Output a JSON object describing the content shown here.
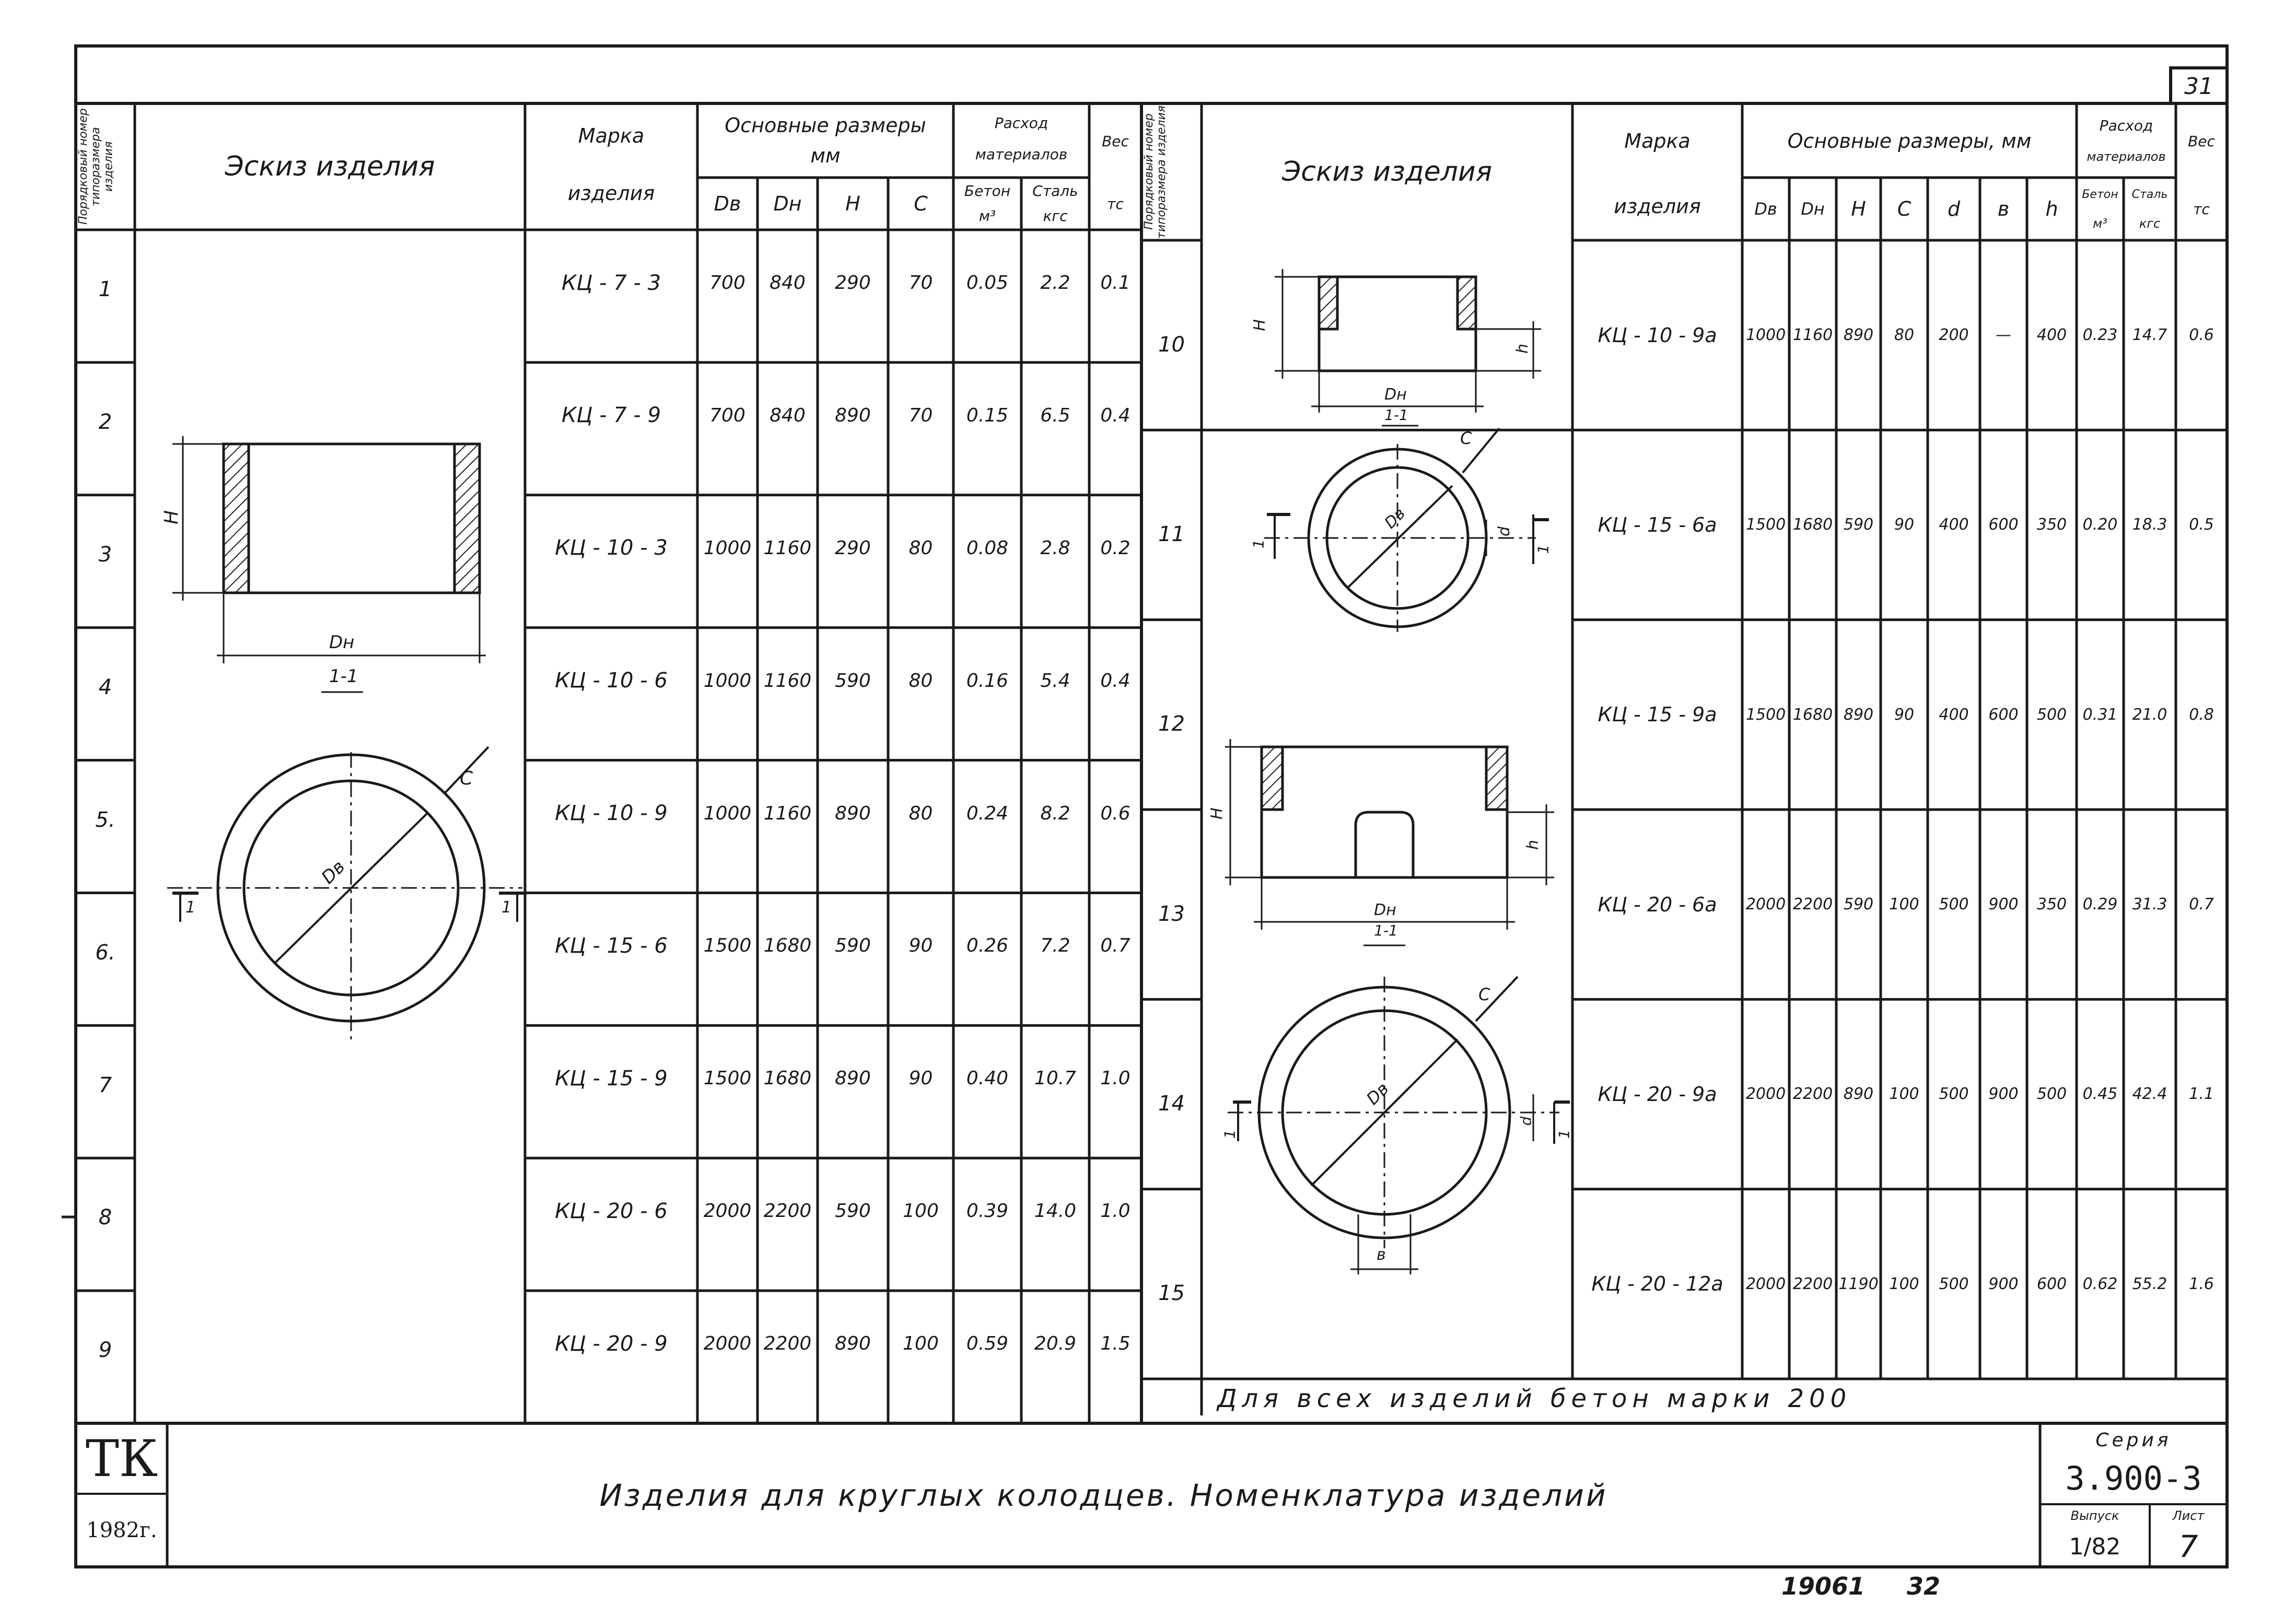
{
  "sheet": {
    "page_number": "31",
    "bottom_code": "19061",
    "bottom_page": "32"
  },
  "left_table": {
    "col_no": "Порядковый номер типоразмера изделия",
    "col_sketch": "Эскиз изделия",
    "col_mark": [
      "Марка",
      "изделия"
    ],
    "col_dims": [
      "Основные размеры",
      "мм"
    ],
    "col_material": [
      "Расход",
      "материалов"
    ],
    "col_weight": "Вес",
    "sub_headers": [
      "Dв",
      "Dн",
      "H",
      "C",
      "Бетон",
      "Сталь",
      "тс"
    ],
    "unit_m3": "м³",
    "unit_kgs": "кгс",
    "rows": [
      {
        "no": "1",
        "mark": "КЦ - 7 - 3",
        "dv": "700",
        "dn": "840",
        "h": "290",
        "c": "70",
        "beton": "0.05",
        "stal": "2.2",
        "ves": "0.1"
      },
      {
        "no": "2",
        "mark": "КЦ - 7 - 9",
        "dv": "700",
        "dn": "840",
        "h": "890",
        "c": "70",
        "beton": "0.15",
        "stal": "6.5",
        "ves": "0.4"
      },
      {
        "no": "3",
        "mark": "КЦ - 10 - 3",
        "dv": "1000",
        "dn": "1160",
        "h": "290",
        "c": "80",
        "beton": "0.08",
        "stal": "2.8",
        "ves": "0.2"
      },
      {
        "no": "4",
        "mark": "КЦ - 10 - 6",
        "dv": "1000",
        "dn": "1160",
        "h": "590",
        "c": "80",
        "beton": "0.16",
        "stal": "5.4",
        "ves": "0.4"
      },
      {
        "no": "5.",
        "mark": "КЦ - 10 - 9",
        "dv": "1000",
        "dn": "1160",
        "h": "890",
        "c": "80",
        "beton": "0.24",
        "stal": "8.2",
        "ves": "0.6"
      },
      {
        "no": "6.",
        "mark": "КЦ - 15 - 6",
        "dv": "1500",
        "dn": "1680",
        "h": "590",
        "c": "90",
        "beton": "0.26",
        "stal": "7.2",
        "ves": "0.7"
      },
      {
        "no": "7",
        "mark": "КЦ - 15 - 9",
        "dv": "1500",
        "dn": "1680",
        "h": "890",
        "c": "90",
        "beton": "0.40",
        "stal": "10.7",
        "ves": "1.0"
      },
      {
        "no": "8",
        "mark": "КЦ - 20 - 6",
        "dv": "2000",
        "dn": "2200",
        "h": "590",
        "c": "100",
        "beton": "0.39",
        "stal": "14.0",
        "ves": "1.0"
      },
      {
        "no": "9",
        "mark": "КЦ - 20 - 9",
        "dv": "2000",
        "dn": "2200",
        "h": "890",
        "c": "100",
        "beton": "0.59",
        "stal": "20.9",
        "ves": "1.5"
      }
    ]
  },
  "right_table": {
    "col_no": "Порядковый номер типоразмера изделия",
    "col_sketch": "Эскиз изделия",
    "col_mark": [
      "Марка",
      "изделия"
    ],
    "col_dims": "Основные размеры, мм",
    "col_material": [
      "Расход",
      "материалов"
    ],
    "col_weight": "Вес",
    "sub_headers": [
      "Dв",
      "Dн",
      "H",
      "C",
      "d",
      "в",
      "h",
      "Бетон",
      "Сталь",
      "тс"
    ],
    "unit_m3": "м³",
    "unit_kgs": "кгс",
    "rows": [
      {
        "no": "10",
        "mark": "КЦ - 10 - 9а",
        "dv": "1000",
        "dn": "1160",
        "h": "890",
        "c": "80",
        "d": "200",
        "b": "—",
        "hh": "400",
        "beton": "0.23",
        "stal": "14.7",
        "ves": "0.6"
      },
      {
        "no": "11",
        "mark": "КЦ - 15 - 6а",
        "dv": "1500",
        "dn": "1680",
        "h": "590",
        "c": "90",
        "d": "400",
        "b": "600",
        "hh": "350",
        "beton": "0.20",
        "stal": "18.3",
        "ves": "0.5"
      },
      {
        "no": "12",
        "mark": "КЦ - 15 - 9а",
        "dv": "1500",
        "dn": "1680",
        "h": "890",
        "c": "90",
        "d": "400",
        "b": "600",
        "hh": "500",
        "beton": "0.31",
        "stal": "21.0",
        "ves": "0.8"
      },
      {
        "no": "13",
        "mark": "КЦ - 20 - 6а",
        "dv": "2000",
        "dn": "2200",
        "h": "590",
        "c": "100",
        "d": "500",
        "b": "900",
        "hh": "350",
        "beton": "0.29",
        "stal": "31.3",
        "ves": "0.7"
      },
      {
        "no": "14",
        "mark": "КЦ - 20 - 9а",
        "dv": "2000",
        "dn": "2200",
        "h": "890",
        "c": "100",
        "d": "500",
        "b": "900",
        "hh": "500",
        "beton": "0.45",
        "stal": "42.4",
        "ves": "1.1"
      },
      {
        "no": "15",
        "mark": "КЦ - 20 - 12а",
        "dv": "2000",
        "dn": "2200",
        "h": "1190",
        "c": "100",
        "d": "500",
        "b": "900",
        "hh": "600",
        "beton": "0.62",
        "stal": "55.2",
        "ves": "1.6"
      }
    ],
    "note": "Для всех изделий бетон марки 200"
  },
  "sketch_labels": {
    "H": "H",
    "Dn": "Dн",
    "Dv": "Dв",
    "C": "C",
    "section": "1-1",
    "cut": "1",
    "d": "d",
    "h": "h",
    "b": "в"
  },
  "title_block": {
    "org": "ТК",
    "year": "1982г.",
    "title": "Изделия для круглых колодцев. Номенклатура изделий",
    "series_label": "Серия",
    "series": "3.900-3",
    "issue_label": "Выпуск",
    "issue": "1/82",
    "sheet_label": "Лист",
    "sheet": "7"
  }
}
